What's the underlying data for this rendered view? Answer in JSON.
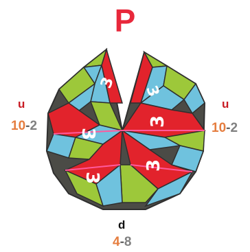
{
  "title": "P",
  "labels": {
    "left": {
      "direction": "u",
      "value_a": "10",
      "sep": "-",
      "value_b": "2"
    },
    "right": {
      "direction": "u",
      "value_a": "10",
      "sep": "-",
      "value_b": "2"
    },
    "bottom": {
      "direction": "d",
      "value_a": "4",
      "sep": "-",
      "value_b": "8"
    }
  },
  "face_labels": {
    "mark": "3"
  },
  "colors": {
    "title": "#e8283b",
    "face_red": "#e2232c",
    "face_green": "#9dc83a",
    "face_blue": "#6fc2de",
    "face_dark": "#4b4b46",
    "edge": "#2f2f2f",
    "number_orange": "#e57d3f",
    "number_grey": "#808080"
  }
}
